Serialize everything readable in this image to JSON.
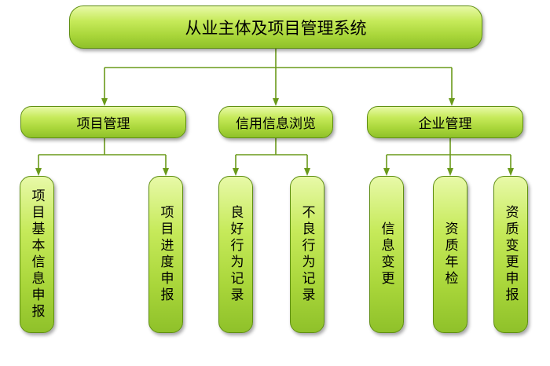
{
  "root": {
    "label": "从业主体及项目管理系统"
  },
  "branches": [
    {
      "label": "项目管理",
      "children": [
        "项目基本信息申报",
        "项目进度申报"
      ]
    },
    {
      "label": "信用信息浏览",
      "children": [
        "良好行为记录",
        "不良行为记录"
      ]
    },
    {
      "label": "企业管理",
      "children": [
        "信息变更",
        "资质年检",
        "资质变更申报"
      ]
    }
  ],
  "colors": {
    "node_fill": "#a9d63a",
    "node_border": "#5f8f12",
    "connector": "#6a9a1a"
  }
}
